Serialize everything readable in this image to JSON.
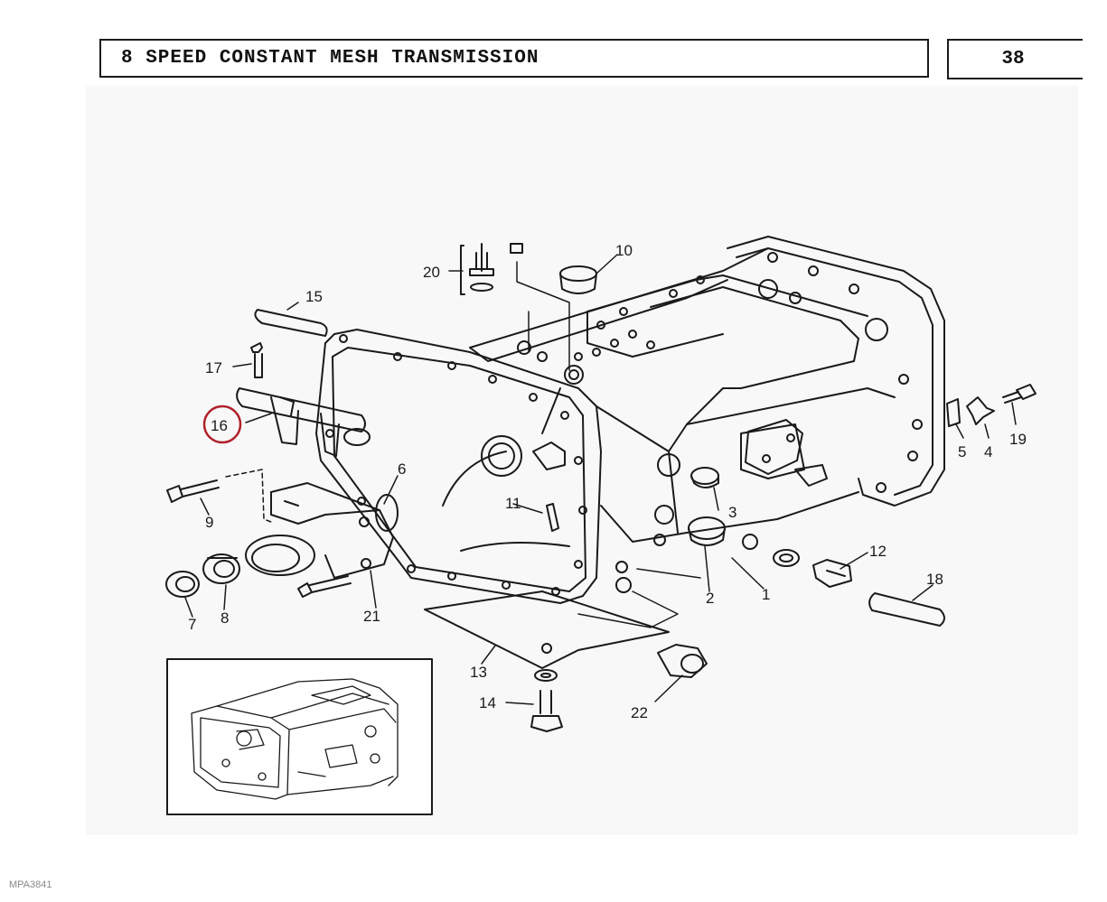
{
  "header": {
    "title": "8 SPEED CONSTANT MESH TRANSMISSION",
    "page_number": "38"
  },
  "callouts": [
    {
      "number": "1"
    },
    {
      "number": "2"
    },
    {
      "number": "3"
    },
    {
      "number": "4"
    },
    {
      "number": "5"
    },
    {
      "number": "6"
    },
    {
      "number": "7"
    },
    {
      "number": "8"
    },
    {
      "number": "9"
    },
    {
      "number": "10"
    },
    {
      "number": "11"
    },
    {
      "number": "12"
    },
    {
      "number": "13"
    },
    {
      "number": "14"
    },
    {
      "number": "15"
    },
    {
      "number": "16",
      "highlighted": true
    },
    {
      "number": "17"
    },
    {
      "number": "18"
    },
    {
      "number": "19"
    },
    {
      "number": "20"
    },
    {
      "number": "21"
    },
    {
      "number": "22"
    }
  ],
  "highlight_color": "#b0202a",
  "footer": {
    "image_code": "MPA3841"
  }
}
